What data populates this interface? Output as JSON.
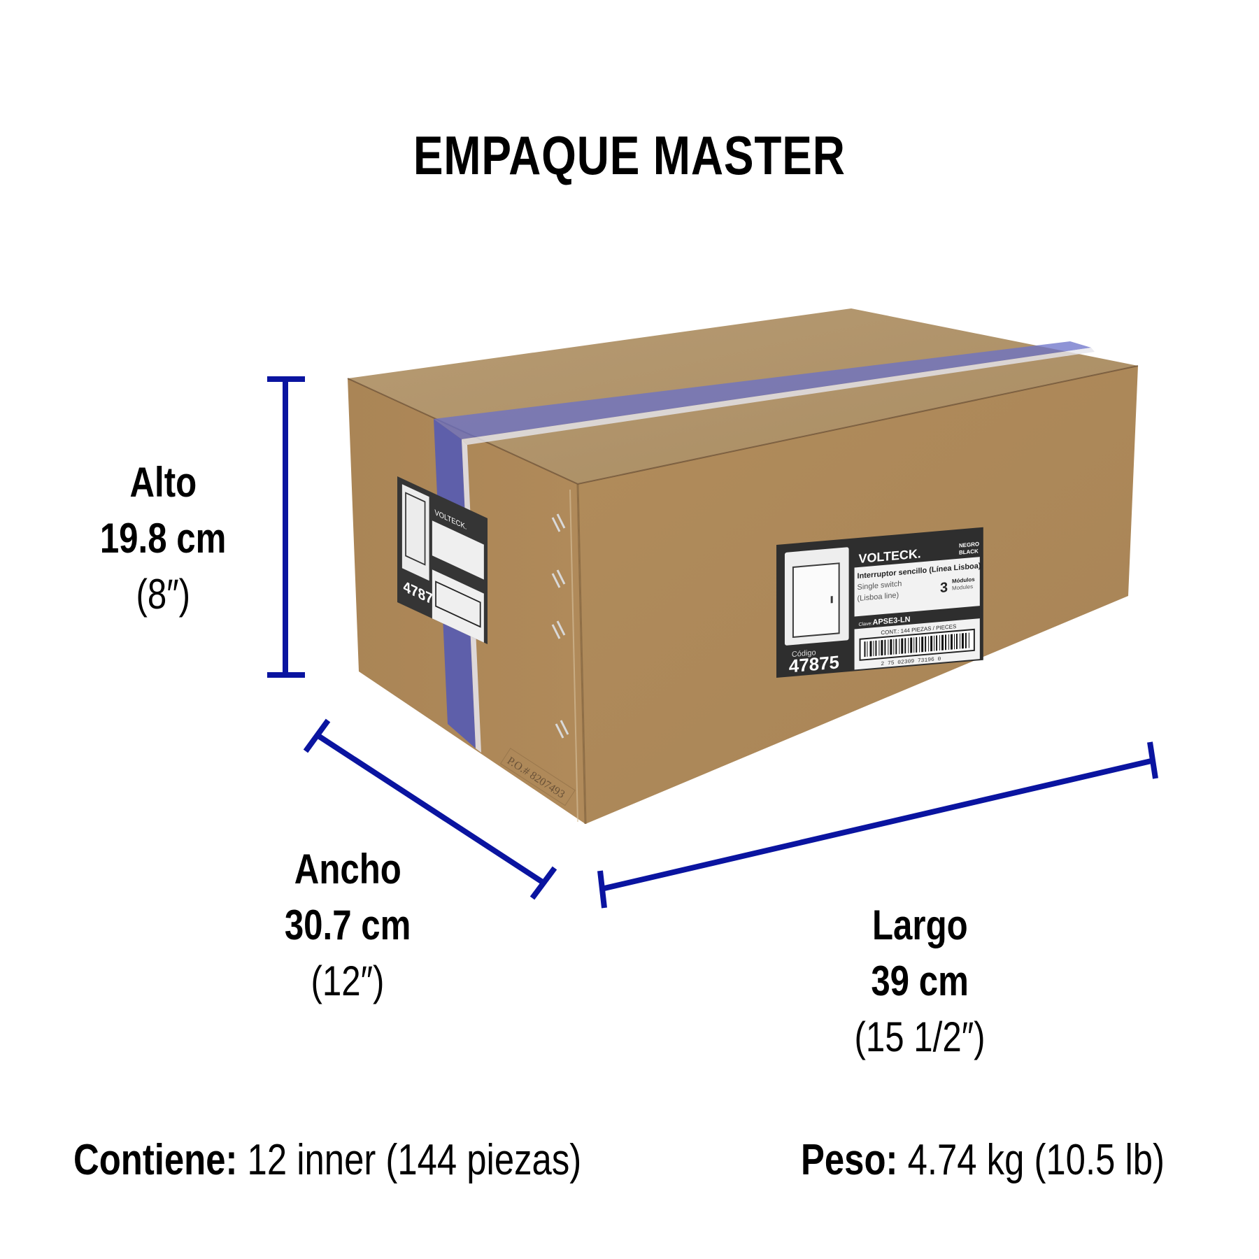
{
  "title": "EMPAQUE MASTER",
  "colors": {
    "dimension_line": "#0a14a0",
    "box_front": "#b08c5c",
    "box_side": "#a88355",
    "box_top": "#b89a70",
    "tape": "#5a62c0",
    "label_dark": "#2e2e2e"
  },
  "dimensions": {
    "alto": {
      "label": "Alto",
      "metric": "19.8 cm",
      "imperial": "(8″)"
    },
    "ancho": {
      "label": "Ancho",
      "metric": "30.7 cm",
      "imperial": "(12″)"
    },
    "largo": {
      "label": "Largo",
      "metric": "39 cm",
      "imperial": "(15 1/2″)"
    }
  },
  "footer": {
    "contents": {
      "key": "Contiene:",
      "value": "12 inner (144 piezas)"
    },
    "weight": {
      "key": "Peso:",
      "value": "4.74 kg (10.5 lb)"
    }
  },
  "box_label": {
    "brand": "VOLTECK.",
    "color_es": "NEGRO",
    "color_en": "BLACK",
    "product_es": "Interruptor sencillo (Línea Lisboa)",
    "product_en_1": "Single switch",
    "product_en_2": "(Lisboa line)",
    "modules_count": "3",
    "modules_es": "Módulos",
    "modules_en": "Modules",
    "clave_key": "Clave:",
    "clave_value": "APSE3-LN",
    "contents": "CONT.: 144 PIEZAS / PIECES",
    "barcode_digits": "2 75 02309 73196 0",
    "codigo_key": "Código",
    "codigo_value": "47875"
  },
  "box_marking": "P.O.# 8207493"
}
